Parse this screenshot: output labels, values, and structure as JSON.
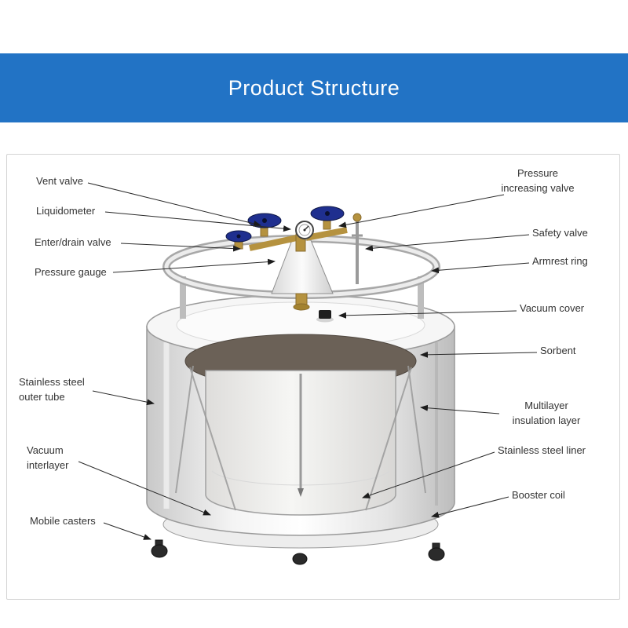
{
  "header": {
    "title": "Product Structure"
  },
  "colors": {
    "banner": "#2273c5",
    "sorbent": "#6b6157",
    "handwheel": "#1f2f8f",
    "brass": "#b5923f"
  },
  "labels": {
    "vent_valve": "Vent valve",
    "liquidometer": "Liquidometer",
    "enter_drain_valve": "Enter/drain valve",
    "pressure_gauge": "Pressure gauge",
    "stainless_outer_tube": "Stainless steel outer tube",
    "vacuum_interlayer": "Vacuum interlayer",
    "mobile_casters": "Mobile casters",
    "pressure_increasing_valve": "Pressure increasing valve",
    "safety_valve": "Safety valve",
    "armrest_ring": "Armrest ring",
    "vacuum_cover": "Vacuum cover",
    "sorbent": "Sorbent",
    "multilayer_insulation_layer": "Multilayer insulation layer",
    "stainless_steel_liner": "Stainless steel liner",
    "booster_coil": "Booster coil"
  }
}
